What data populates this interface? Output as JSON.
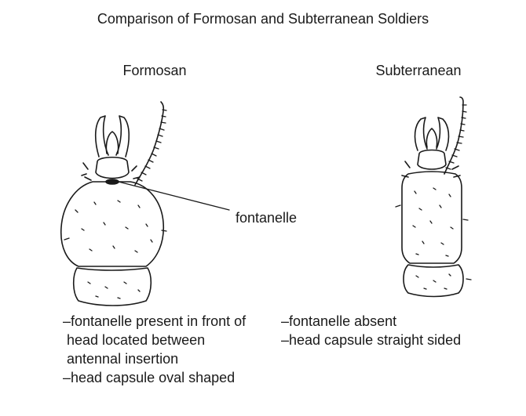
{
  "title": "Comparison of Formosan and Subterranean Soldiers",
  "left": {
    "label": "Formosan",
    "callout": "fontanelle",
    "notes": [
      "–fontanelle present in front of",
      " head located between",
      " antennal insertion",
      "–head capsule oval shaped"
    ]
  },
  "right": {
    "label": "Subterranean",
    "notes": [
      "–fontanelle absent",
      "–head capsule straight sided"
    ]
  }
}
